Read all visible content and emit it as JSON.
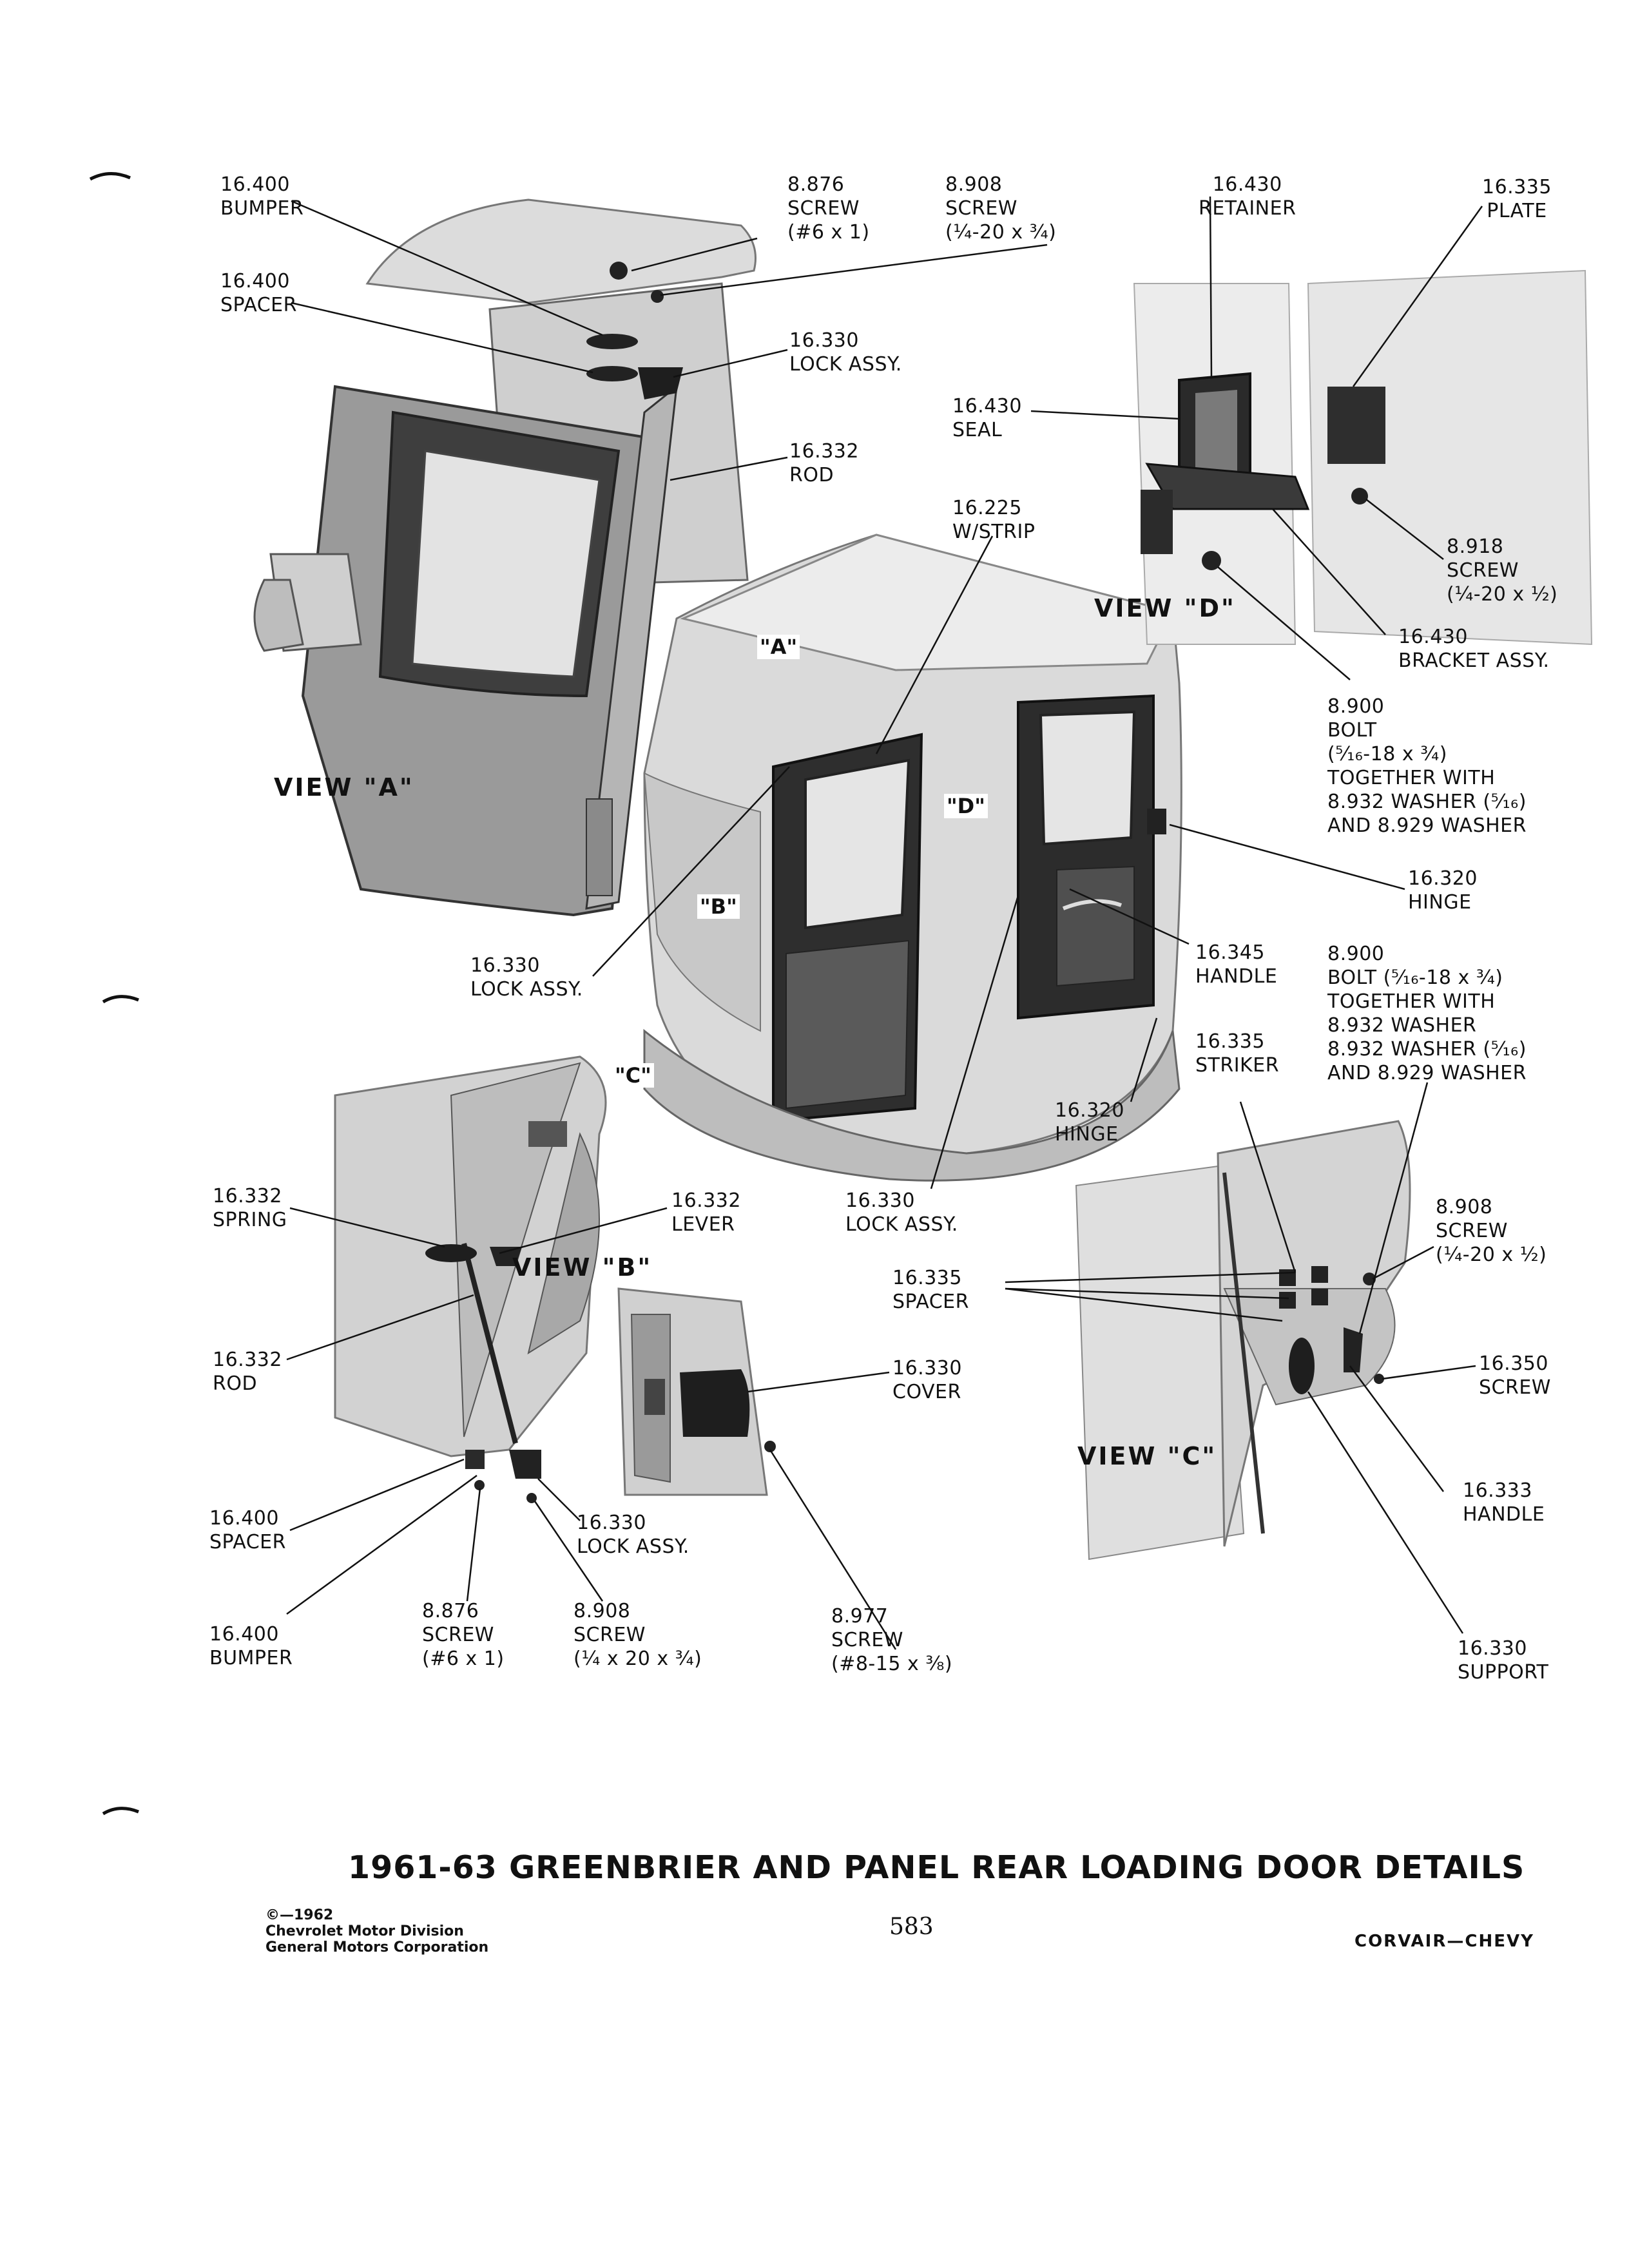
{
  "labels": {
    "bumper_a": [
      "16.400",
      "BUMPER"
    ],
    "spacer_a": [
      "16.400",
      "SPACER"
    ],
    "screw_8876_a": [
      "8.876",
      "SCREW",
      "(#6 x 1)"
    ],
    "screw_8908_a": [
      "8.908",
      "SCREW",
      "(¼-20 x ¾)"
    ],
    "lock_assy_a": [
      "16.330",
      "LOCK ASSY."
    ],
    "rod_a": [
      "16.332",
      "ROD"
    ],
    "retainer_d": [
      "16.430",
      "RETAINER"
    ],
    "plate_d": [
      "16.335",
      "PLATE"
    ],
    "seal_d": [
      "16.430",
      "SEAL"
    ],
    "wstrip": [
      "16.225",
      "W/STRIP"
    ],
    "screw_8918_d": [
      "8.918",
      "SCREW",
      "(¼-20 x ½)"
    ],
    "bracket_d": [
      "16.430",
      "BRACKET ASSY."
    ],
    "bolt_d": [
      "8.900",
      "BOLT",
      "(⁵⁄₁₆-18 x ¾)",
      "TOGETHER WITH",
      "8.932 WASHER (⁵⁄₁₆)",
      "AND 8.929 WASHER"
    ],
    "hinge_upper": [
      "16.320",
      "HINGE"
    ],
    "lock_assy_left": [
      "16.330",
      "LOCK ASSY."
    ],
    "handle_main": [
      "16.345",
      "HANDLE"
    ],
    "bolt_c": [
      "8.900",
      "BOLT (⁵⁄₁₆-18 x ¾)",
      "TOGETHER WITH",
      "8.932 WASHER",
      "8.932 WASHER (⁵⁄₁₆)",
      "AND 8.929 WASHER"
    ],
    "striker_c": [
      "16.335",
      "STRIKER"
    ],
    "hinge_lower": [
      "16.320",
      "HINGE"
    ],
    "lock_assy_center": [
      "16.330",
      "LOCK ASSY."
    ],
    "spring_b": [
      "16.332",
      "SPRING"
    ],
    "lever_b": [
      "16.332",
      "LEVER"
    ],
    "rod_b": [
      "16.332",
      "ROD"
    ],
    "spacer_c": [
      "16.335",
      "SPACER"
    ],
    "screw_8908_c": [
      "8.908",
      "SCREW",
      "(¼-20 x ½)"
    ],
    "cover_b": [
      "16.330",
      "COVER"
    ],
    "screw_16350_c": [
      "16.350",
      "SCREW"
    ],
    "spacer_b": [
      "16.400",
      "SPACER"
    ],
    "lock_assy_b": [
      "16.330",
      "LOCK ASSY."
    ],
    "handle_c": [
      "16.333",
      "HANDLE"
    ],
    "bumper_b": [
      "16.400",
      "BUMPER"
    ],
    "screw_8876_b": [
      "8.876",
      "SCREW",
      "(#6 x 1)"
    ],
    "screw_8908_b": [
      "8.908",
      "SCREW",
      "(¼ x 20 x ¾)"
    ],
    "screw_8977_b": [
      "8.977",
      "SCREW",
      "(#8-15 x ⅜)"
    ],
    "support_c": [
      "16.330",
      "SUPPORT"
    ]
  },
  "views": {
    "a": "VIEW \"A\"",
    "b": "VIEW \"B\"",
    "c": "VIEW \"C\"",
    "d": "VIEW \"D\""
  },
  "callouts": {
    "a": "\"A\"",
    "b": "\"B\"",
    "c": "\"C\"",
    "d": "\"D\""
  },
  "footer": {
    "title": "1961-63 GREENBRIER AND PANEL REAR LOADING DOOR DETAILS",
    "copyright": [
      "©—1962",
      "Chevrolet Motor Division",
      "General Motors Corporation"
    ],
    "page_number": "583",
    "book": "CORVAIR—CHEVY"
  },
  "colors": {
    "ink": "#111111",
    "shade_light": "#d9d9d9",
    "shade_mid": "#a8a8a8",
    "shade_dark": "#3a3a3a"
  }
}
